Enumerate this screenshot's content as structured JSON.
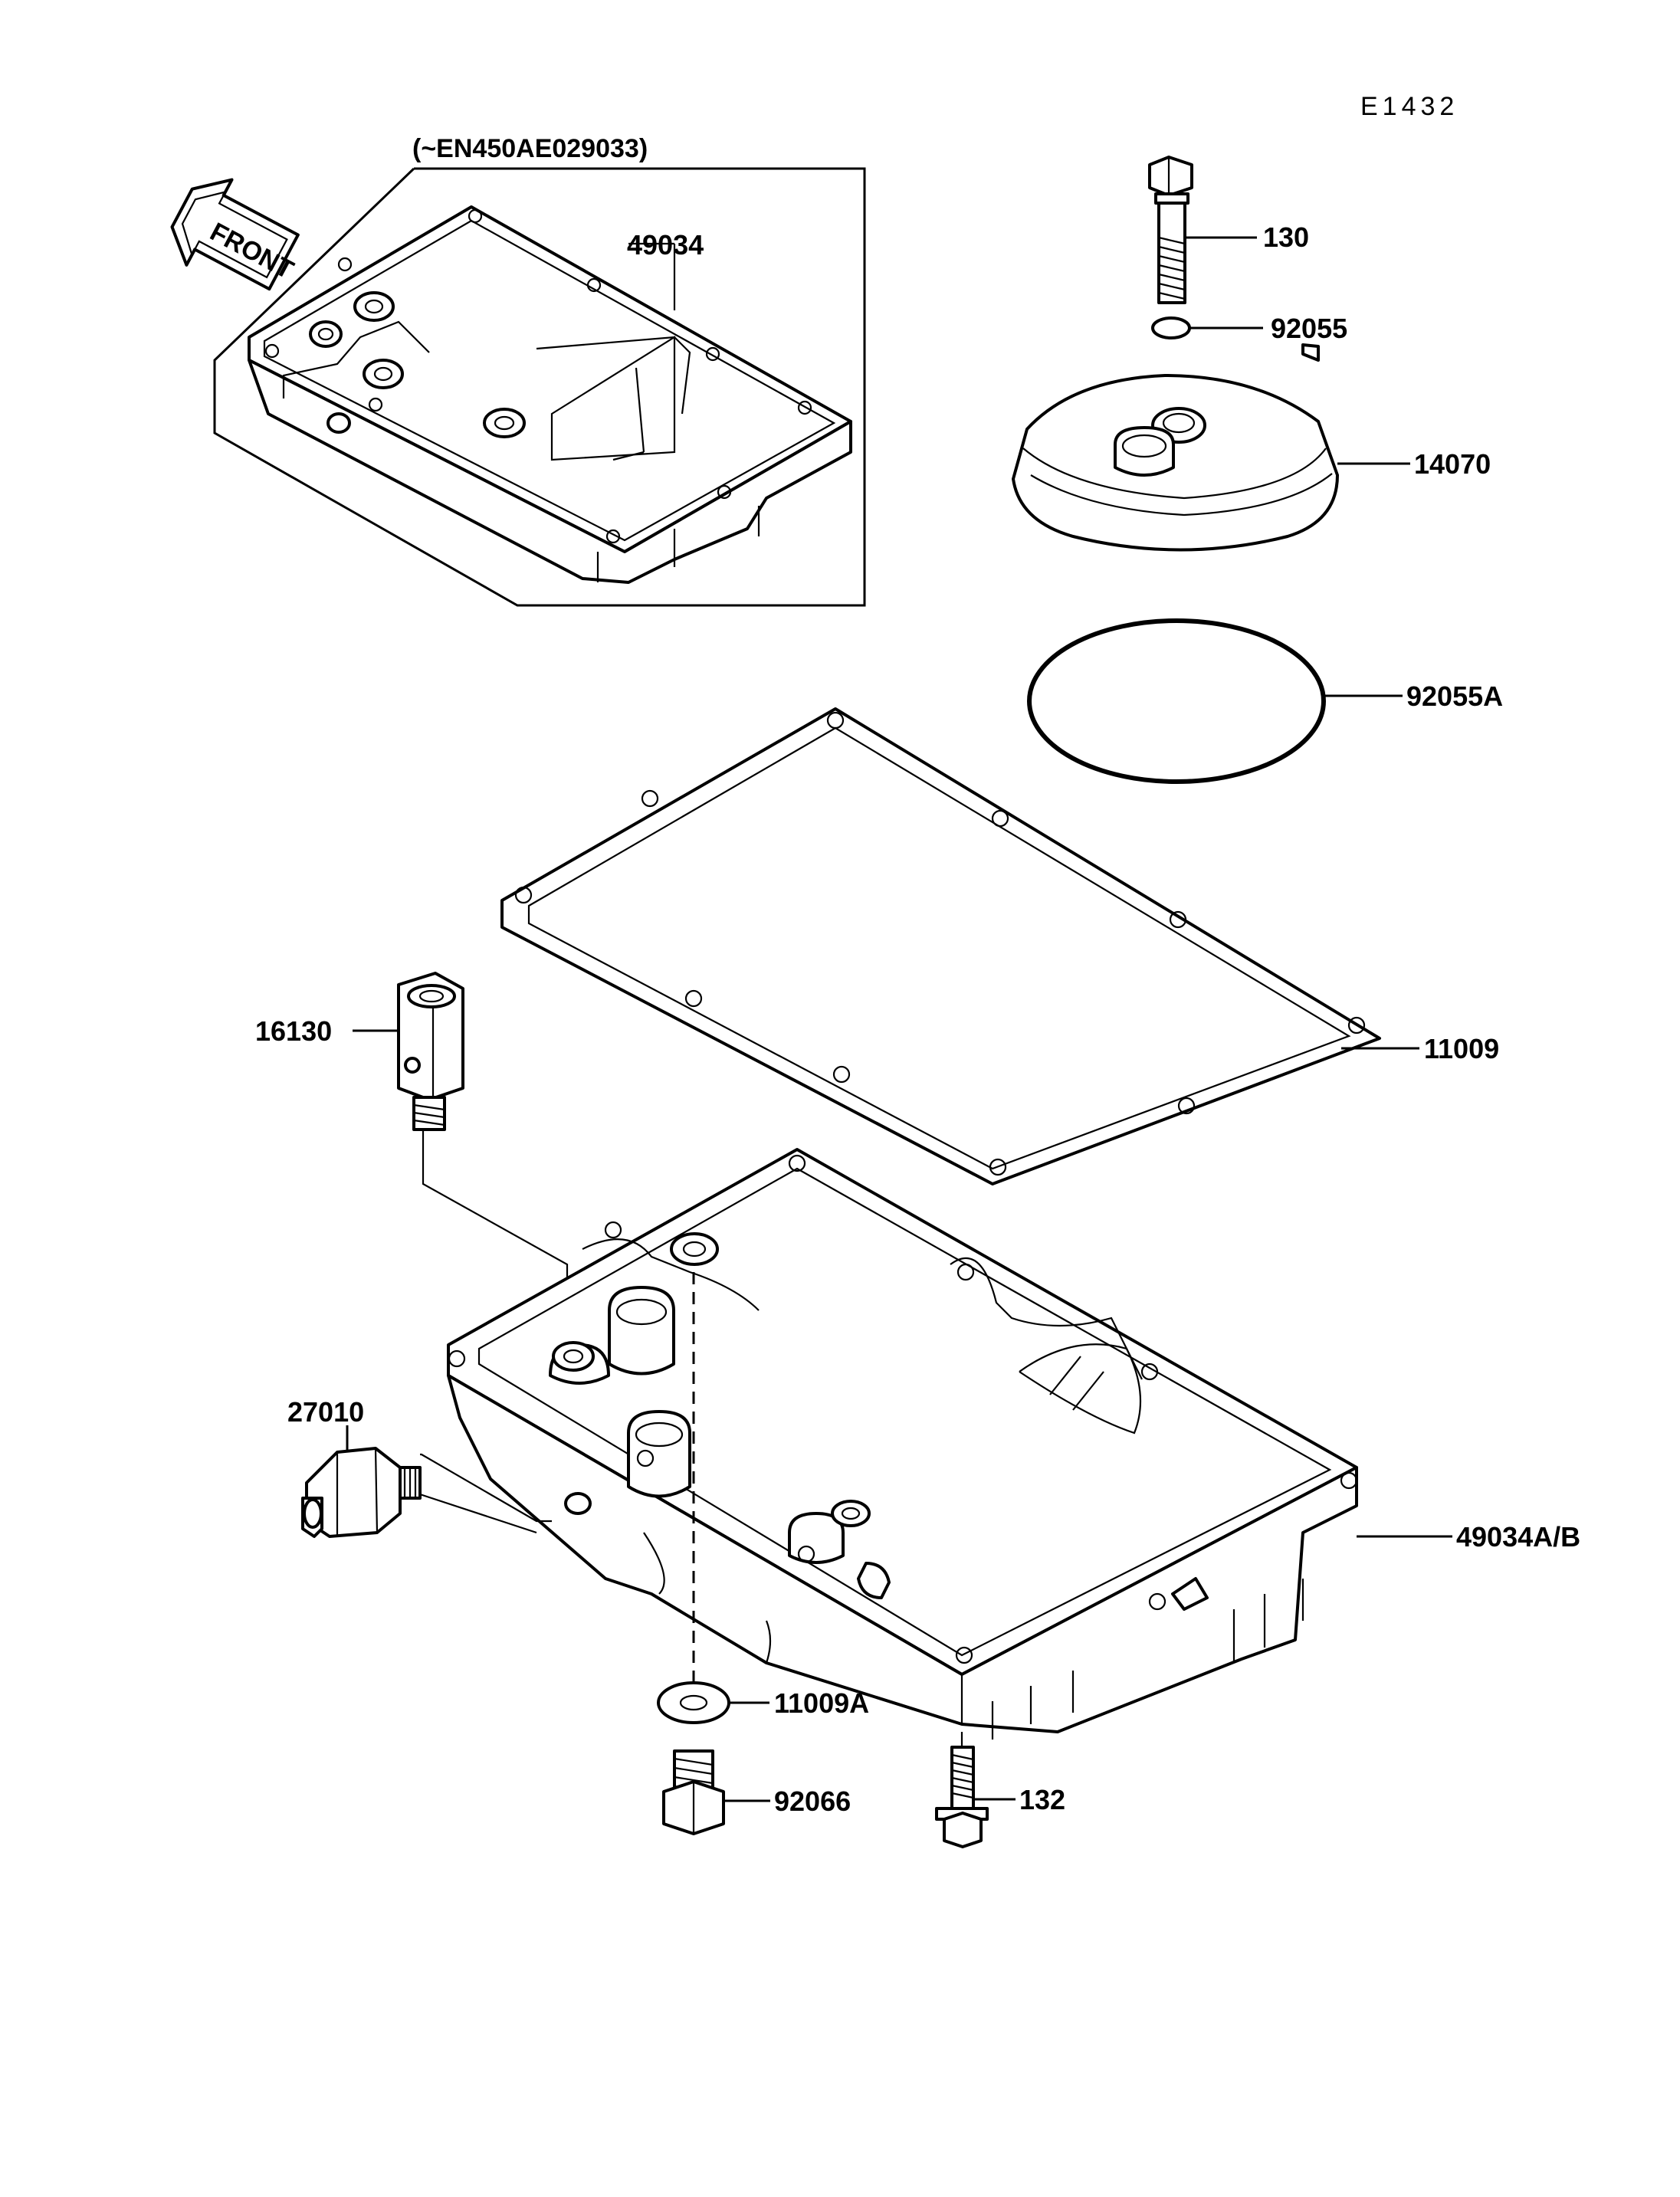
{
  "reference_code": "E1432",
  "serial_note": "(~EN450AE029033)",
  "front_label": "FRONT",
  "parts": [
    {
      "id": "oil-pan-early",
      "number": "49034"
    },
    {
      "id": "bolt-cover",
      "number": "130"
    },
    {
      "id": "oring-small",
      "number": "92055"
    },
    {
      "id": "filter-cover",
      "number": "14070"
    },
    {
      "id": "oring-large",
      "number": "92055A"
    },
    {
      "id": "pan-gasket",
      "number": "11009"
    },
    {
      "id": "fitting",
      "number": "16130"
    },
    {
      "id": "oil-switch",
      "number": "27010"
    },
    {
      "id": "oil-pan",
      "number": "49034A/B"
    },
    {
      "id": "drain-gasket",
      "number": "11009A"
    },
    {
      "id": "drain-plug",
      "number": "92066"
    },
    {
      "id": "pan-bolt",
      "number": "132"
    }
  ]
}
